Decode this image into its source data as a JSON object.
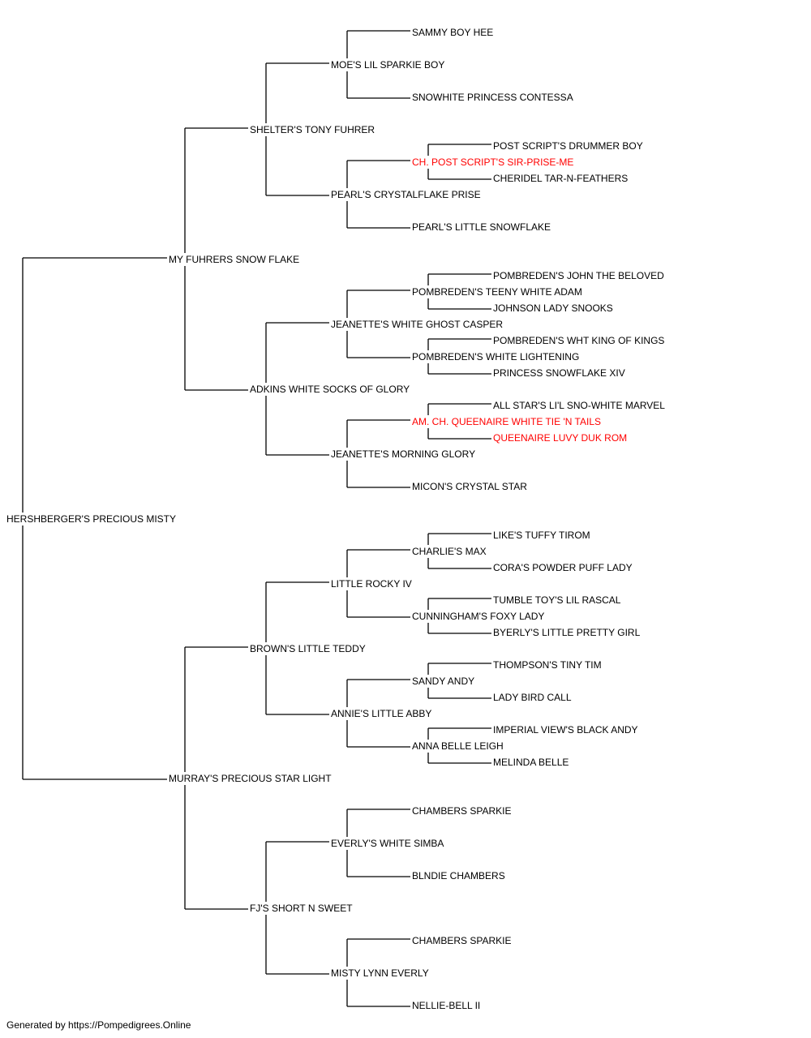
{
  "colors": {
    "line": "#000000",
    "text": "#000000",
    "champion": "#ff0000"
  },
  "pedigree": {
    "name": "HERSHBERGER'S PRECIOUS MISTY",
    "sire": {
      "name": "MY FUHRERS SNOW FLAKE",
      "sire": {
        "name": "SHELTER'S TONY FUHRER",
        "sire": {
          "name": "MOE'S LIL SPARKIE BOY",
          "sire": {
            "name": "SAMMY BOY HEE"
          },
          "dam": {
            "name": "SNOWHITE PRINCESS CONTESSA"
          }
        },
        "dam": {
          "name": "PEARL'S CRYSTALFLAKE PRISE",
          "sire": {
            "name": "CH. POST SCRIPT'S SIR-PRISE-ME",
            "champion": true,
            "sire": {
              "name": "POST SCRIPT'S DRUMMER BOY"
            },
            "dam": {
              "name": "CHERIDEL TAR-N-FEATHERS"
            }
          },
          "dam": {
            "name": "PEARL'S LITTLE SNOWFLAKE"
          }
        }
      },
      "dam": {
        "name": "ADKINS WHITE SOCKS OF GLORY",
        "sire": {
          "name": "JEANETTE'S WHITE GHOST CASPER",
          "sire": {
            "name": "POMBREDEN'S TEENY WHITE ADAM",
            "sire": {
              "name": "POMBREDEN'S JOHN THE BELOVED"
            },
            "dam": {
              "name": "JOHNSON LADY SNOOKS"
            }
          },
          "dam": {
            "name": "POMBREDEN'S WHITE LIGHTENING",
            "sire": {
              "name": "POMBREDEN'S WHT KING OF KINGS"
            },
            "dam": {
              "name": "PRINCESS SNOWFLAKE XIV"
            }
          }
        },
        "dam": {
          "name": "JEANETTE'S MORNING GLORY",
          "sire": {
            "name": "AM. CH. QUEENAIRE WHITE TIE 'N TAILS",
            "champion": true,
            "sire": {
              "name": "ALL STAR'S LI'L SNO-WHITE MARVEL"
            },
            "dam": {
              "name": "QUEENAIRE LUVY DUK ROM",
              "champion": true
            }
          },
          "dam": {
            "name": "MICON'S CRYSTAL STAR"
          }
        }
      }
    },
    "dam": {
      "name": "MURRAY'S PRECIOUS STAR LIGHT",
      "sire": {
        "name": "BROWN'S LITTLE TEDDY",
        "sire": {
          "name": "LITTLE ROCKY IV",
          "sire": {
            "name": "CHARLIE'S MAX",
            "sire": {
              "name": "LIKE'S TUFFY TIROM"
            },
            "dam": {
              "name": "CORA'S POWDER PUFF LADY"
            }
          },
          "dam": {
            "name": "CUNNINGHAM'S FOXY LADY",
            "sire": {
              "name": "TUMBLE TOY'S LIL RASCAL"
            },
            "dam": {
              "name": "BYERLY'S LITTLE PRETTY GIRL"
            }
          }
        },
        "dam": {
          "name": "ANNIE'S LITTLE ABBY",
          "sire": {
            "name": "SANDY ANDY",
            "sire": {
              "name": "THOMPSON'S TINY TIM"
            },
            "dam": {
              "name": "LADY BIRD CALL"
            }
          },
          "dam": {
            "name": "ANNA BELLE LEIGH",
            "sire": {
              "name": "IMPERIAL VIEW'S BLACK ANDY"
            },
            "dam": {
              "name": "MELINDA BELLE"
            }
          }
        }
      },
      "dam": {
        "name": "FJ'S SHORT N SWEET",
        "sire": {
          "name": "EVERLY'S WHITE SIMBA",
          "sire": {
            "name": "CHAMBERS SPARKIE"
          },
          "dam": {
            "name": "BLNDIE CHAMBERS"
          }
        },
        "dam": {
          "name": "MISTY LYNN EVERLY",
          "sire": {
            "name": "CHAMBERS SPARKIE"
          },
          "dam": {
            "name": "NELLIE-BELL II"
          }
        }
      }
    }
  },
  "footer": "Generated by https://Pompedigrees.Online"
}
